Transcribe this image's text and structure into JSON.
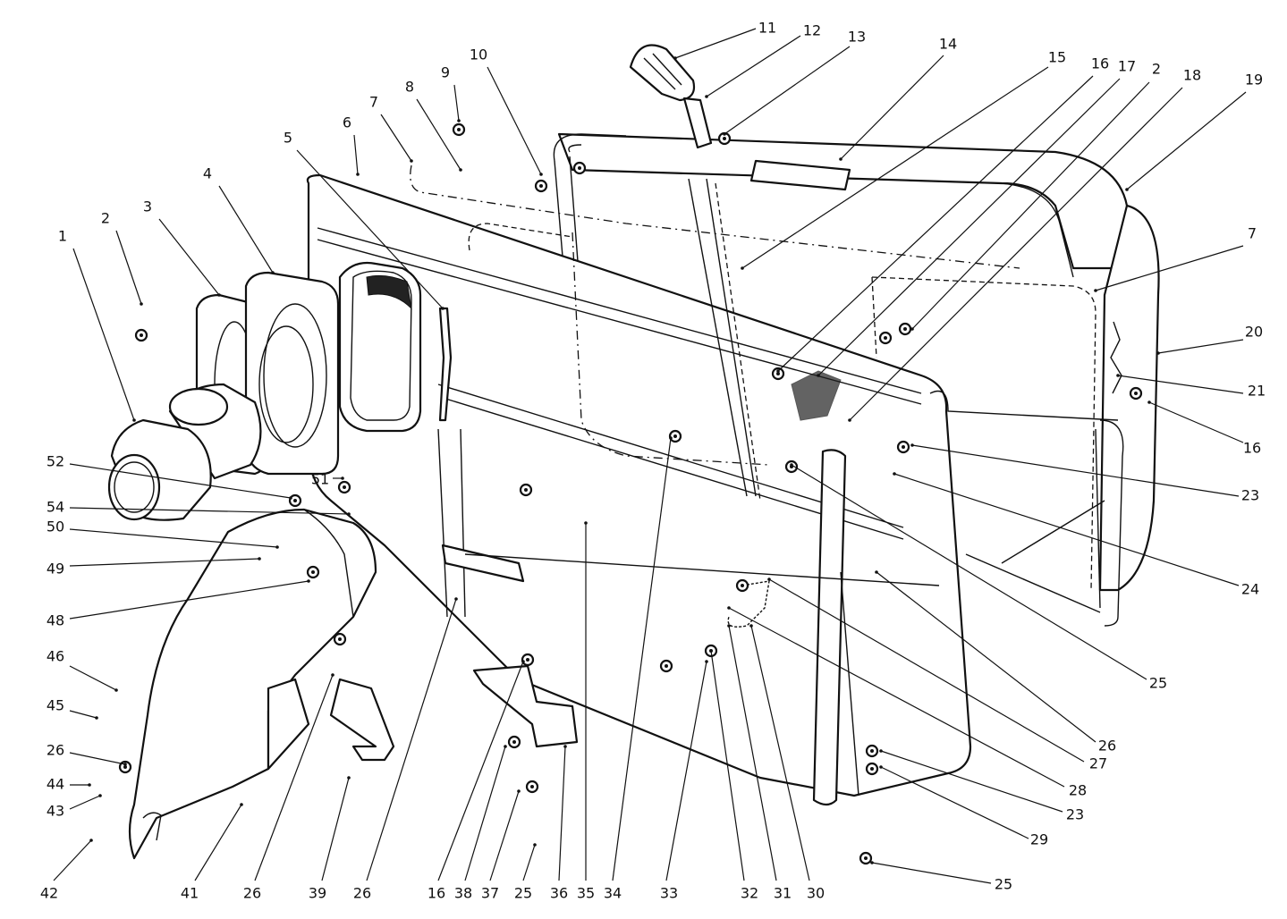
{
  "labels": [
    "1",
    "2",
    "3",
    "4",
    "5",
    "6",
    "7",
    "8",
    "9",
    "10",
    "11",
    "12",
    "13",
    "14",
    "15",
    "16",
    "17",
    "2",
    "18",
    "19",
    "7",
    "20",
    "21",
    "16",
    "23",
    "24",
    "25",
    "26",
    "27",
    "28",
    "23",
    "29",
    "25",
    "30",
    "31",
    "32",
    "33",
    "34",
    "35",
    "36",
    "25",
    "37",
    "38",
    "16",
    "26",
    "39",
    "26",
    "41",
    "42",
    "43",
    "44",
    "26",
    "45",
    "46",
    "48",
    "49",
    "50",
    "54",
    "52",
    "51"
  ],
  "colors": {
    "ink": "#111111",
    "paper": "#ffffff"
  }
}
